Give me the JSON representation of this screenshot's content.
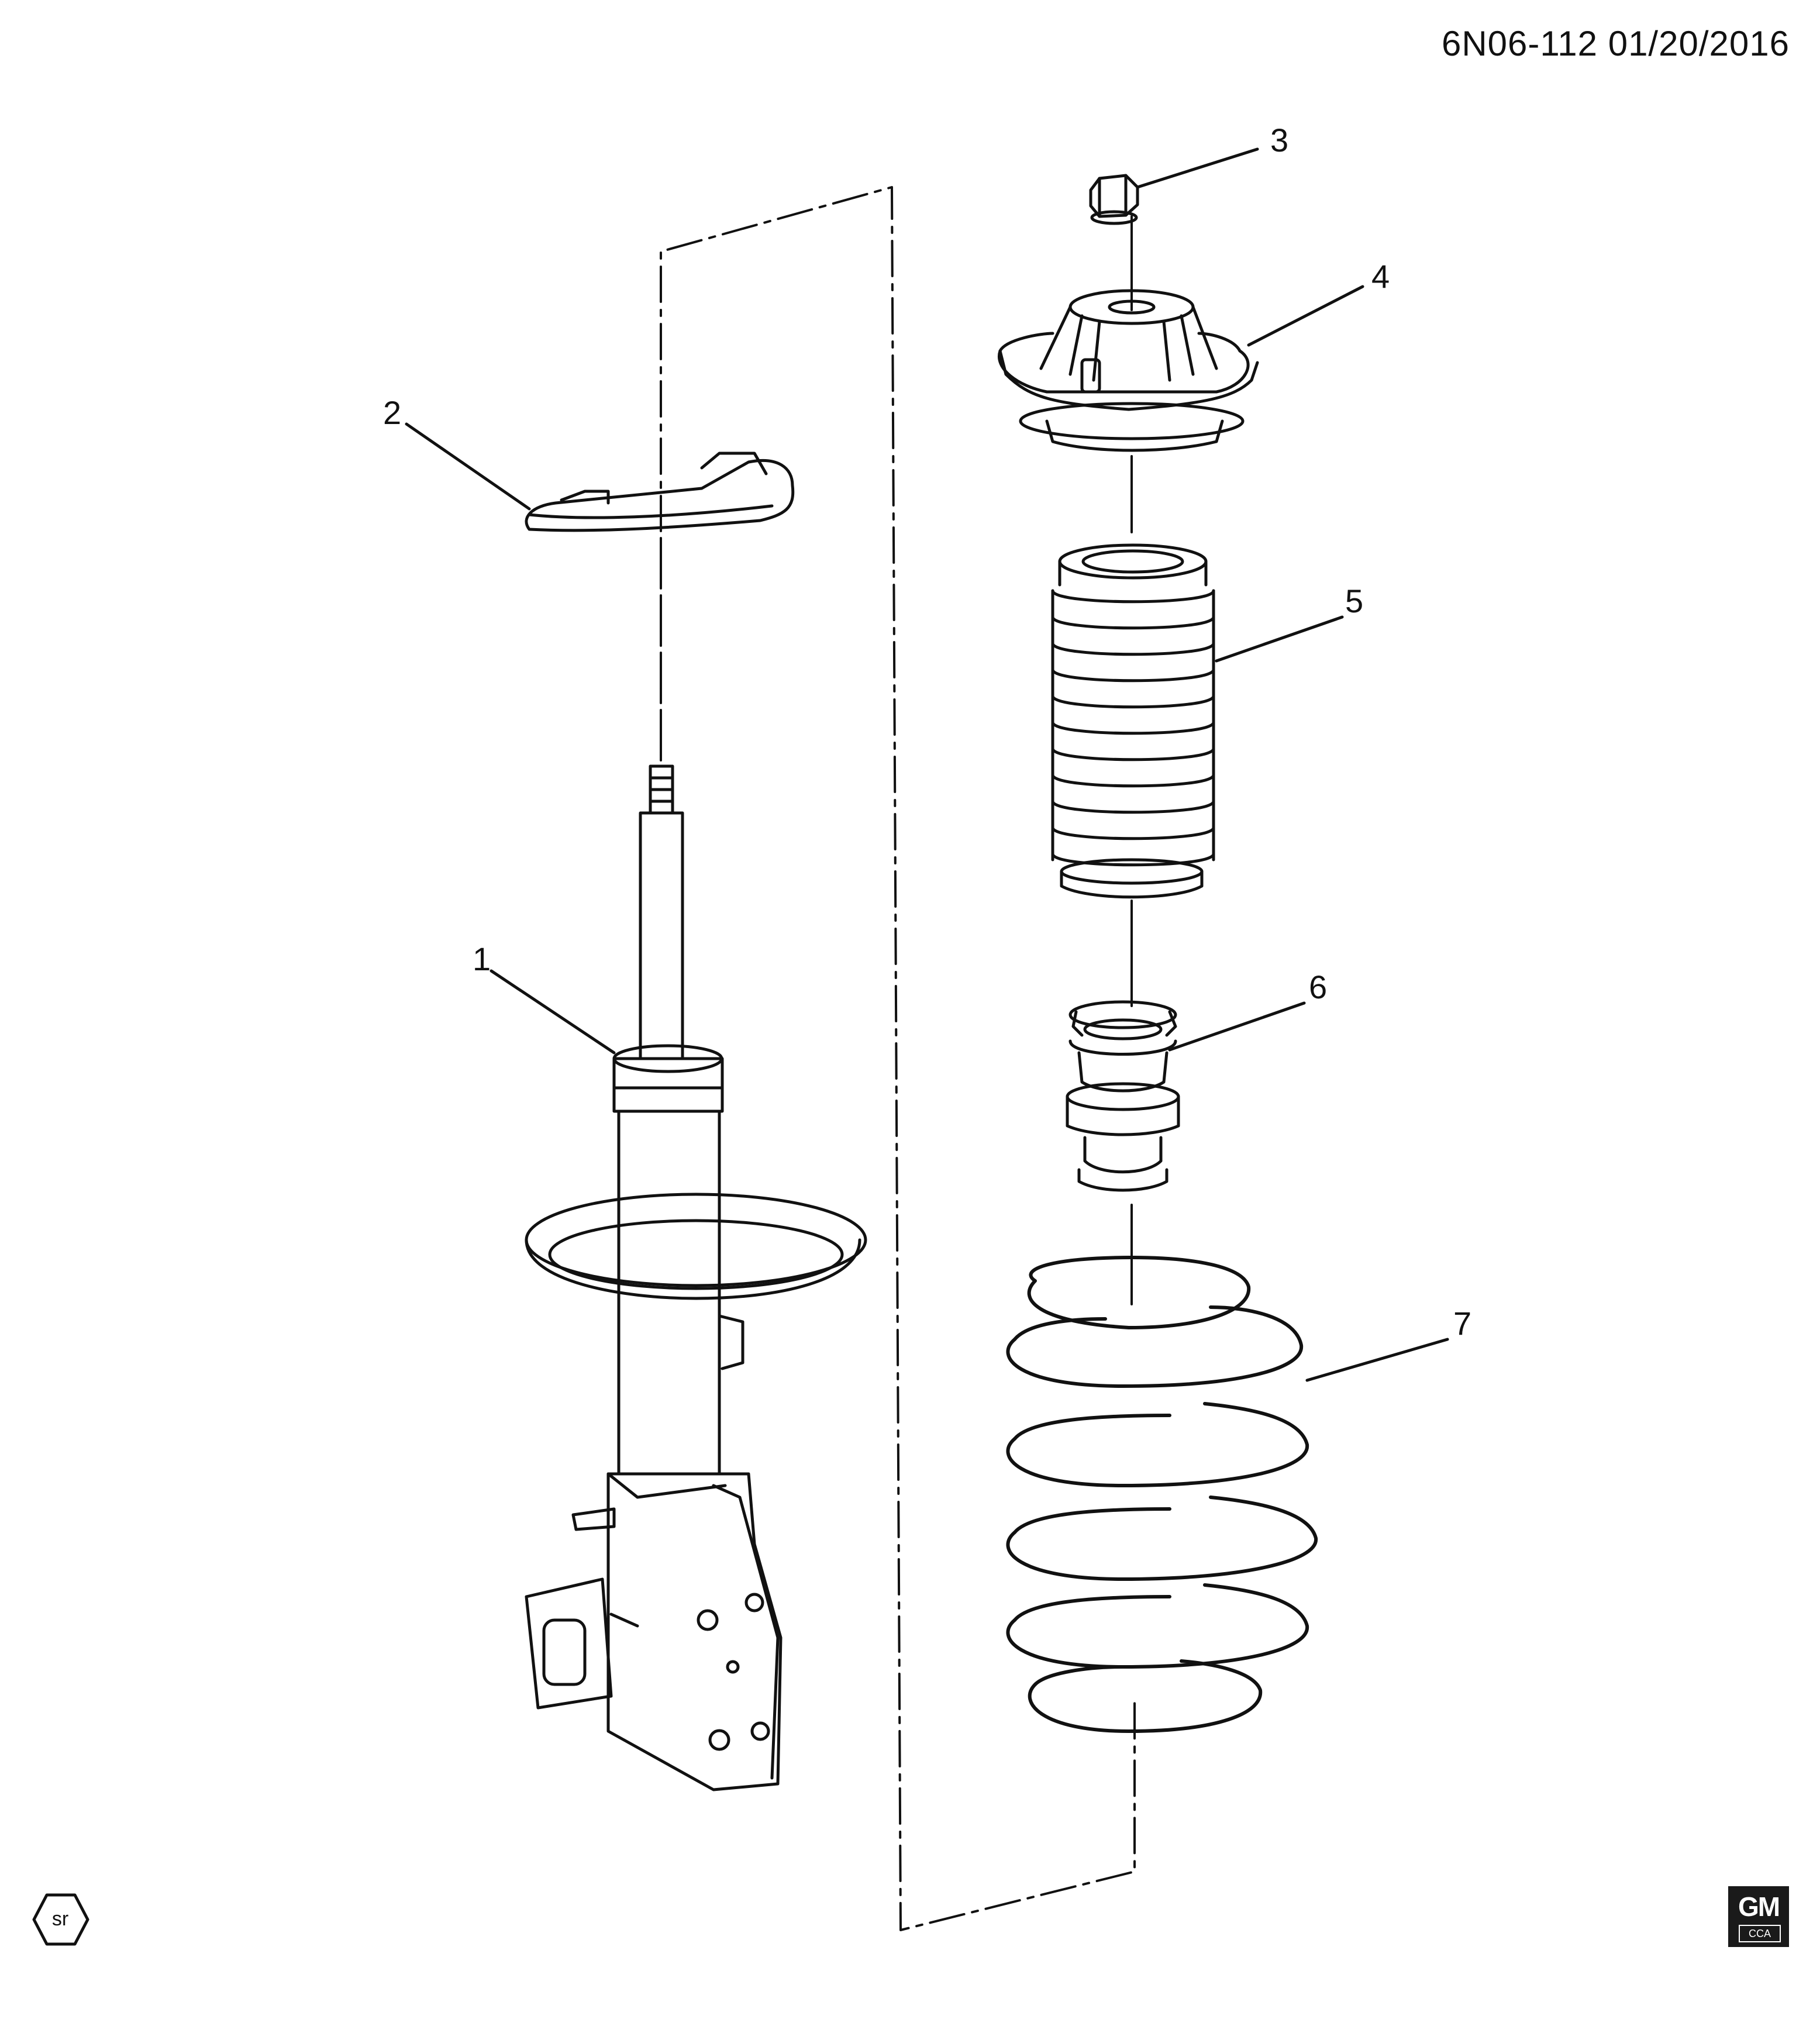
{
  "header": {
    "doc_id": "6N06-112  01/20/2016"
  },
  "callouts": [
    {
      "id": "1",
      "label": "1"
    },
    {
      "id": "2",
      "label": "2"
    },
    {
      "id": "3",
      "label": "3"
    },
    {
      "id": "4",
      "label": "4"
    },
    {
      "id": "5",
      "label": "5"
    },
    {
      "id": "6",
      "label": "6"
    },
    {
      "id": "7",
      "label": "7"
    }
  ],
  "badges": {
    "corner_left": "sr",
    "logo_main": "GM",
    "logo_sub": "CCA"
  },
  "colors": {
    "line": "#111111",
    "background": "#ffffff"
  }
}
